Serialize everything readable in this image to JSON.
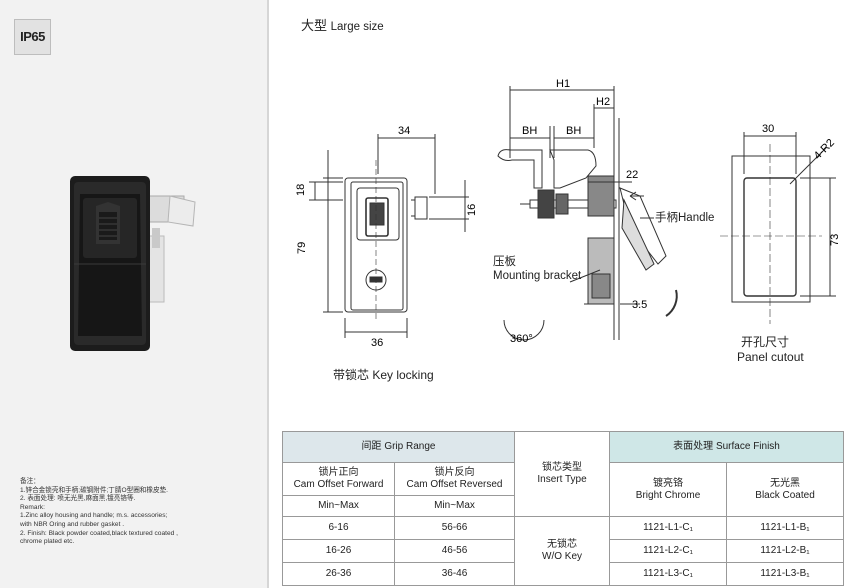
{
  "badge": "IP65",
  "notes": {
    "heading": "备注：",
    "cn1": "1.锌合金锁壳和手柄;碳钢附件;丁腈O型圈和橡皮垫.",
    "cn2": "2. 表面处理: 喷无光黑,麻面黑,镀亮铬等.",
    "en_heading": "Remark:",
    "en1a": "1.Zinc alloy housing and handle; m.s. accessories;",
    "en1b": "with NBR Oring and rubber gasket .",
    "en2a": "2. Finish: Black powder coated,black textured coated ,",
    "en2b": "chrome plated etc."
  },
  "title": {
    "cn": "大型",
    "en": "Large size"
  },
  "front_view": {
    "dims": {
      "width_top": "34",
      "height_small": "18",
      "height_total": "79",
      "width_bottom": "36",
      "cam": "16"
    },
    "caption": "带锁芯 Key locking"
  },
  "side_view": {
    "dims": {
      "h1": "H1",
      "h2": "H2",
      "bh1": "BH",
      "bh2": "BH",
      "d22": "22",
      "d35": "3.5"
    },
    "rotation": "360°",
    "handle_label": "手柄Handle",
    "bracket_cn": "压板",
    "bracket_en": "Mounting bracket"
  },
  "cutout": {
    "dims": {
      "width": "30",
      "height": "73",
      "radius": "4-R2"
    },
    "caption_cn": "开孔尺寸",
    "caption_en": "Panel cutout"
  },
  "table": {
    "grip_range": "间距 Grip Range",
    "cam_forward": "锁片正向",
    "cam_forward_en": "Cam Offset Forward",
    "cam_reversed": "锁片反向",
    "cam_reversed_en": "Cam Offset Reversed",
    "minmax1": "Min~Max",
    "minmax2": "Min~Max",
    "insert_type": "锁芯类型",
    "insert_type_en": "Insert Type",
    "surface_finish": "表面处理 Surface Finish",
    "bright_chrome": "镀亮铬",
    "bright_chrome_en": "Bright Chrome",
    "black_coated": "无光黑",
    "black_coated_en": "Black Coated",
    "wo_key": "无锁芯",
    "wo_key_en": "W/O Key",
    "rows": [
      {
        "fwd": "6-16",
        "rev": "56-66",
        "chrome": "1121-L1-C₁",
        "black": "1121-L1-B₁"
      },
      {
        "fwd": "16-26",
        "rev": "46-56",
        "chrome": "1121-L2-C₁",
        "black": "1121-L2-B₁"
      },
      {
        "fwd": "26-36",
        "rev": "36-46",
        "chrome": "1121-L3-C₁",
        "black": "1121-L3-B₁"
      }
    ]
  }
}
